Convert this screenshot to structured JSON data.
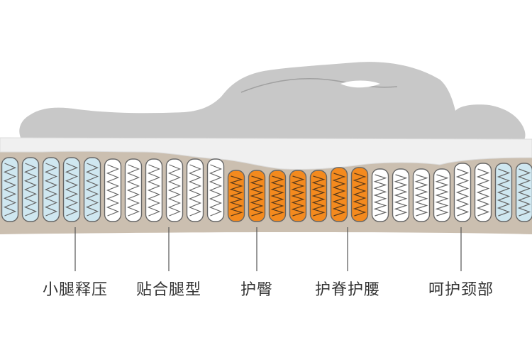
{
  "colors": {
    "background": "#ffffff",
    "silhouette": "#c8c8c8",
    "foam_top": "#f0f0f0",
    "foam_edge": "#dcdcdc",
    "base": "#cbbfb0",
    "spring_blue": "#cfe7f0",
    "spring_white": "#ffffff",
    "spring_orange": "#f48a1e",
    "spring_stroke": "#666666",
    "leader_line": "#555555",
    "label_text": "#333333"
  },
  "spring_zones": [
    "blue",
    "blue",
    "blue",
    "blue",
    "blue",
    "white",
    "white",
    "white",
    "white",
    "white",
    "white",
    "orange",
    "orange",
    "orange",
    "orange",
    "orange",
    "orange",
    "orange",
    "white",
    "white",
    "white",
    "white",
    "white",
    "white",
    "blue",
    "blue"
  ],
  "labels": {
    "calf": "小腿释压",
    "thigh": "贴合腿型",
    "hip": "护臀",
    "spine": "护脊护腰",
    "neck": "呵护颈部"
  }
}
